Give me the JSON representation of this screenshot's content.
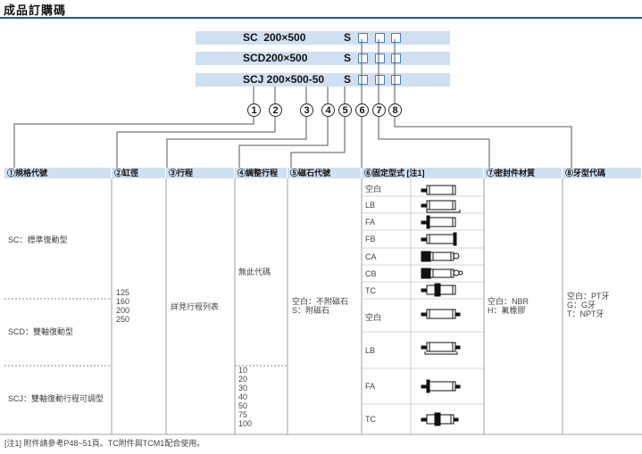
{
  "title": "成品訂購碼",
  "code_rows": [
    {
      "text": "SC  200×500",
      "s": "S"
    },
    {
      "text": "SCD200×500",
      "s": "S"
    },
    {
      "text": "SCJ 200×500-50",
      "s": "S"
    }
  ],
  "markers": [
    "1",
    "2",
    "3",
    "4",
    "5",
    "6",
    "7",
    "8"
  ],
  "headers": [
    "①規格代號",
    "②缸徑",
    "③行程",
    "④調整行程",
    "⑤磁石代號",
    "⑥固定型式 [注1]",
    "⑦密封件材質",
    "⑧牙型代碼"
  ],
  "specs": [
    {
      "label": "SC：標準復動型"
    },
    {
      "label": "SCD：雙軸復動型"
    },
    {
      "label": "SCJ：雙軸復動行程可調型"
    }
  ],
  "bores": "125\n160\n200\n250",
  "stroke": "詳見行程列表",
  "adjust": {
    "none": "無此代碼",
    "values": "10\n20\n30\n40\n50\n75\n100"
  },
  "magnet": "空白：不附磁石\nS：附磁石",
  "mounts": [
    {
      "label": "空白",
      "icon": "plain-cylinder-icon"
    },
    {
      "label": "LB",
      "icon": "foot-mount-cylinder-icon"
    },
    {
      "label": "FA",
      "icon": "front-flange-cylinder-icon"
    },
    {
      "label": "FB",
      "icon": "rear-flange-cylinder-icon"
    },
    {
      "label": "CA",
      "icon": "single-clevis-cylinder-icon"
    },
    {
      "label": "CB",
      "icon": "double-clevis-cylinder-icon"
    },
    {
      "label": "TC",
      "icon": "trunnion-cylinder-icon"
    },
    {
      "label": "空白",
      "icon": "double-rod-cylinder-icon"
    },
    {
      "label": "LB",
      "icon": "double-rod-foot-cylinder-icon"
    },
    {
      "label": "FA",
      "icon": "double-rod-flange-cylinder-icon"
    },
    {
      "label": "TC",
      "icon": "double-rod-trunnion-cylinder-icon"
    }
  ],
  "seal": "空白：NBR\nH：氟橡膠",
  "thread": "空白：PT牙\nG：G牙\nT：NPT牙",
  "note": "[注1] 附件請參考P48~51頁。TC附件與TCM1配合使用。"
}
